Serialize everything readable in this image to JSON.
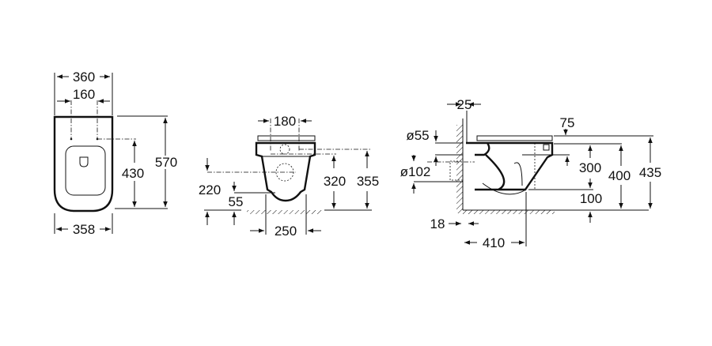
{
  "top_view": {
    "width_overall": "360",
    "fixing_spacing": "160",
    "length": "570",
    "fixing_to_front": "430",
    "width_front": "358"
  },
  "front_view": {
    "fixing_spacing": "180",
    "waste_height": "220",
    "bottom_clearance": "55",
    "fixing_height": "320",
    "total_height": "355",
    "base_width": "250"
  },
  "side_view": {
    "wall_offset": "25",
    "seat_overhang": "75",
    "inlet_diameter": "ø55",
    "outlet_diameter": "ø102",
    "fixing_height": "300",
    "rim_height": "400",
    "seat_height": "435",
    "outlet_height": "100",
    "wall_gap": "18",
    "projection": "410"
  }
}
